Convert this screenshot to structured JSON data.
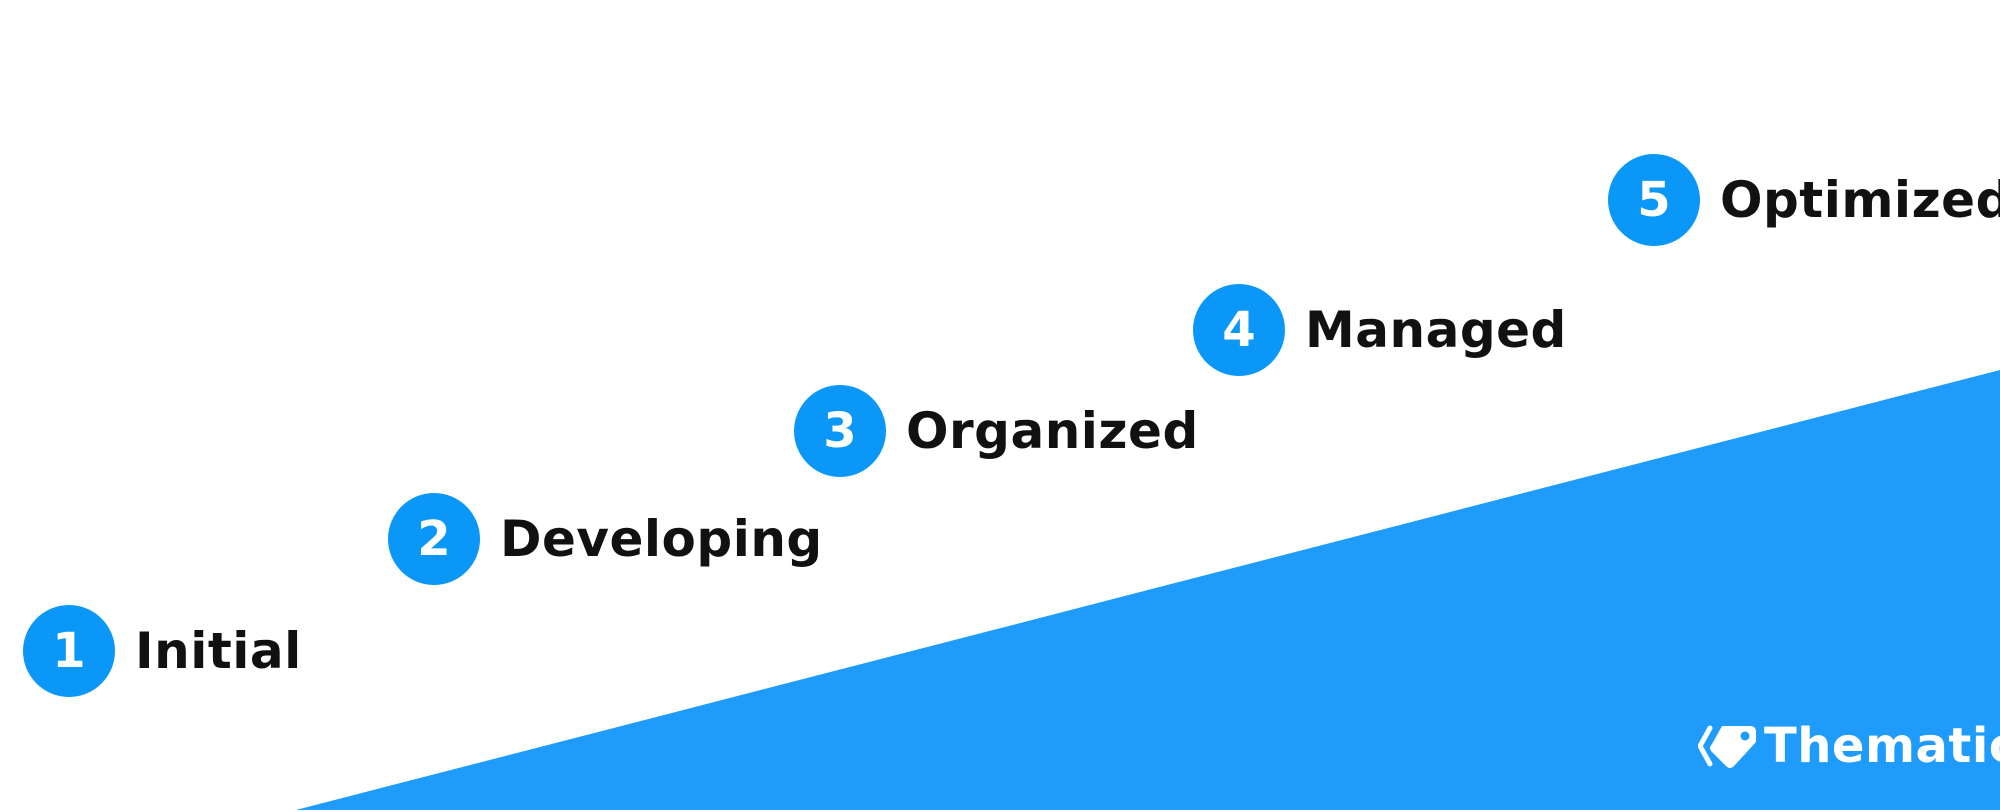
{
  "colors": {
    "accent": "#0a97f7",
    "ramp": "#1e9bfb",
    "label_text": "#111111",
    "brand_text": "#ffffff"
  },
  "stages": [
    {
      "number": "1",
      "label": "Initial"
    },
    {
      "number": "2",
      "label": "Developing"
    },
    {
      "number": "3",
      "label": "Organized"
    },
    {
      "number": "4",
      "label": "Managed"
    },
    {
      "number": "5",
      "label": "Optimized"
    }
  ],
  "brand": {
    "icon": "tag-icon",
    "name": "Thematic"
  }
}
